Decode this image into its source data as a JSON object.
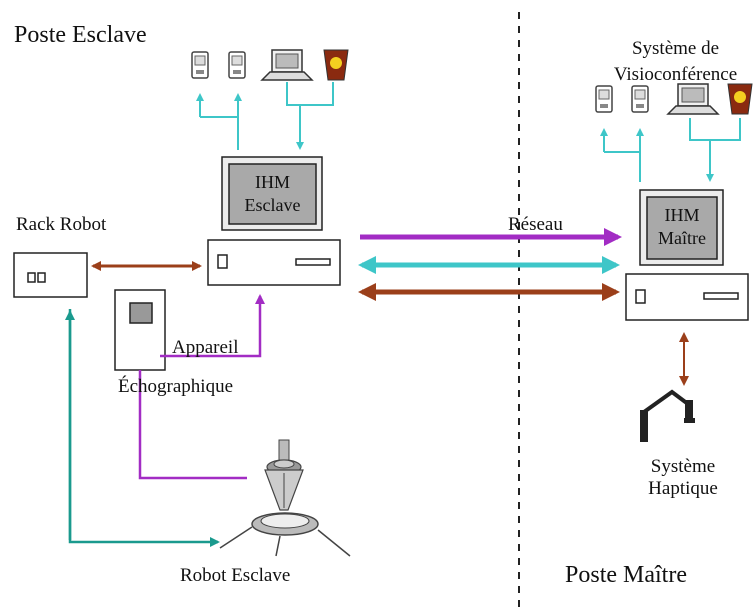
{
  "slave_station": {
    "title": "Poste Esclave"
  },
  "master_station": {
    "title": "Poste Maître"
  },
  "rack_robot": {
    "label": "Rack Robot"
  },
  "slave_hmi": {
    "line1": "IHM",
    "line2": "Esclave"
  },
  "master_hmi": {
    "line1": "IHM",
    "line2": "Maître"
  },
  "ultrasound": {
    "line1": "Appareil",
    "line2": "Échographique"
  },
  "network": {
    "label": "Réseau"
  },
  "visio": {
    "line1": "Système de",
    "line2": "Visioconférence"
  },
  "haptic": {
    "line1": "Système",
    "line2": "Haptique"
  },
  "robot": {
    "label": "Robot Esclave"
  },
  "colors": {
    "cyan": "#3ec6c8",
    "purple": "#a22cc4",
    "brown": "#9b3f1a",
    "teal": "#1a9a8e",
    "camera": "#8a2a10",
    "dashed": "#222222"
  },
  "icons": [
    "pda-icon",
    "computer-icon",
    "webcam-icon",
    "ultrasound-device-icon",
    "haptic-arm-icon",
    "slave-robot-icon"
  ]
}
